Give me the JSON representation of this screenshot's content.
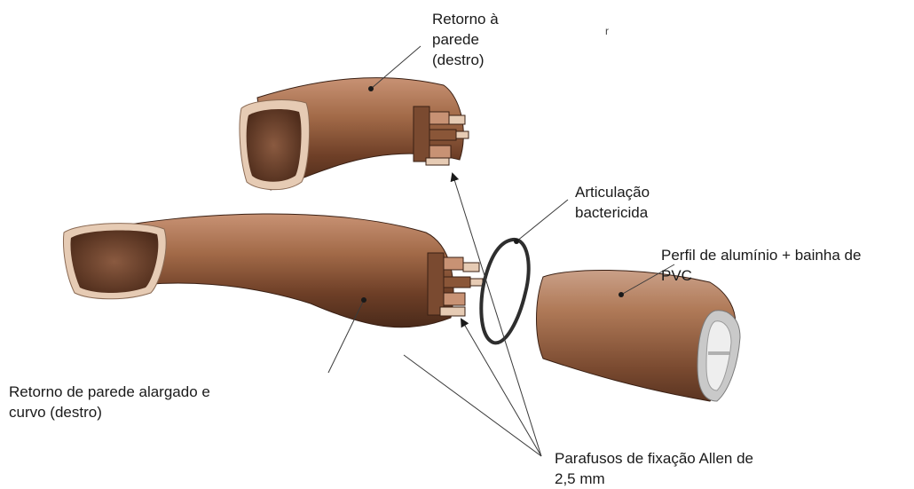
{
  "labels": {
    "retorno_parede": "Retorno à\nparede\n(destro)",
    "stray_mark": "r",
    "articulacao": "Articulação\nbactericida",
    "perfil": "Perfil de alumínio + bainha de\nPVC",
    "retorno_alargado": "Retorno de parede alargado e\ncurvo (destro)",
    "parafusos": "Parafusos de fixação Allen de\n2,5 mm"
  },
  "colors": {
    "tube_dark": "#4a2a1a",
    "tube_mid": "#8a5638",
    "tube_light": "#c89274",
    "trim": "#e6cbb4",
    "inner": "#6b3f2a",
    "ring": "#2e2e2e",
    "line": "#3a3a3a"
  }
}
